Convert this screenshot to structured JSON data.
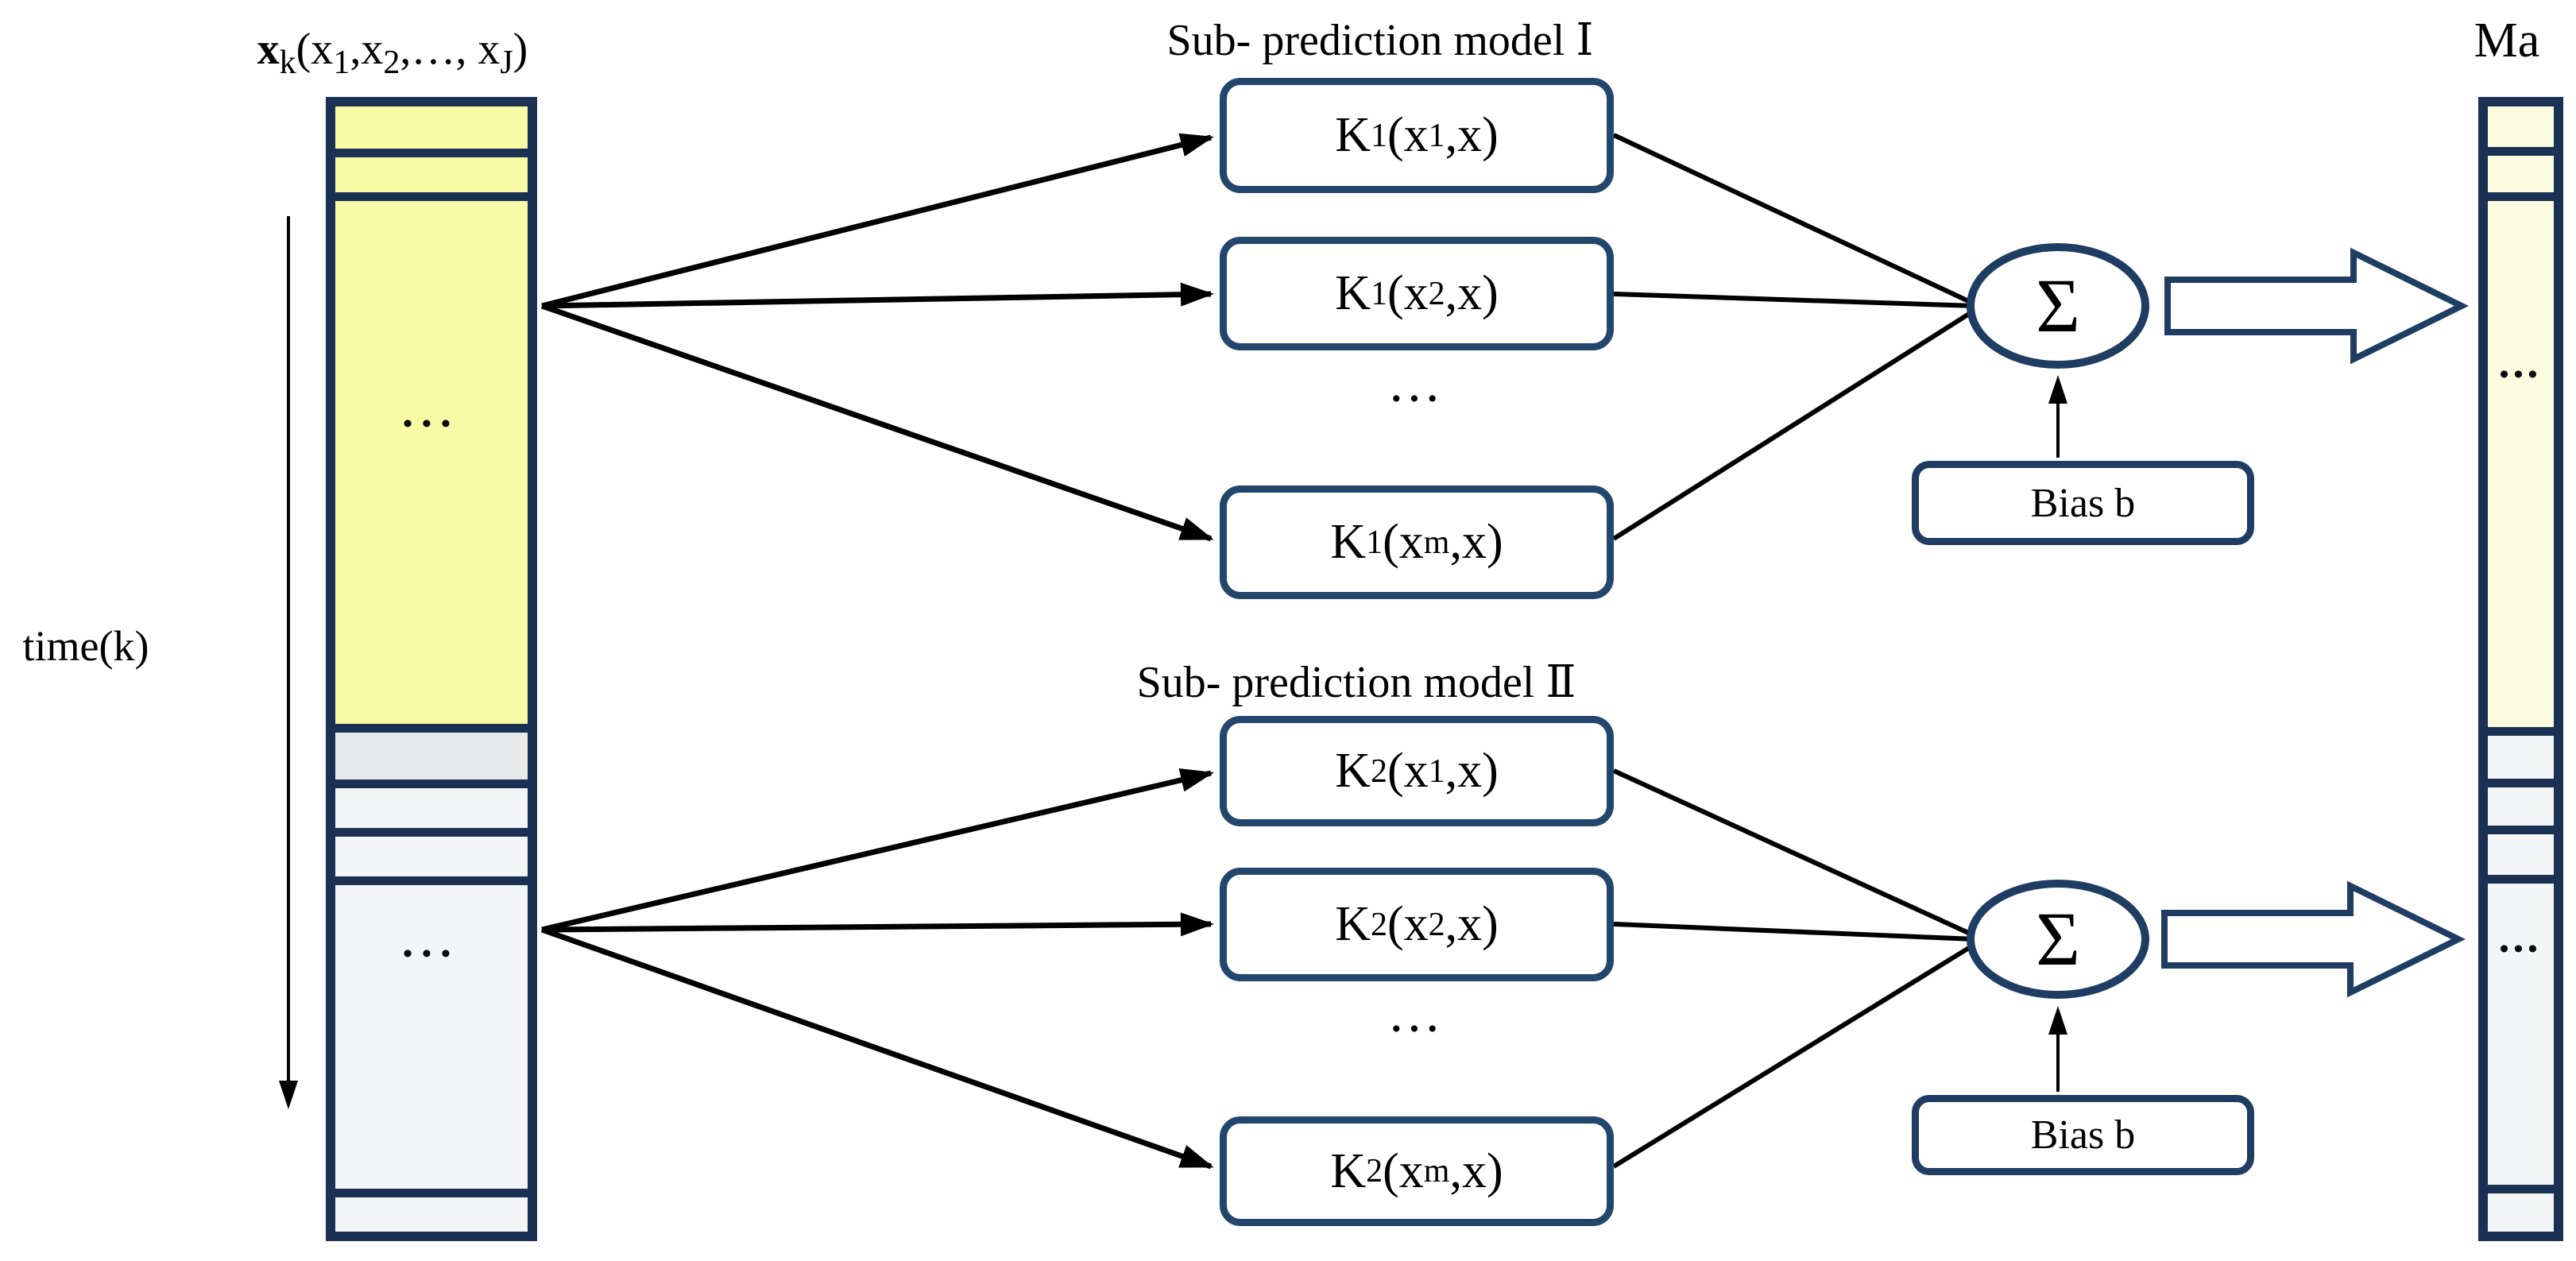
{
  "colors": {
    "navy": "#1b3153",
    "boxline": "#23466d",
    "shapeline": "#1f3d63",
    "yellow": "#f9faa5",
    "cream": "#fbfbe0",
    "graydark": "#e8e9eb",
    "graylight": "#f4f5f7",
    "line": "#000000"
  },
  "input": {
    "label_parts": {
      "t1": "x",
      "s1": "k",
      "t2": "(x",
      "s2": "1",
      "t3": ",x",
      "s3": "2",
      "t4": ",…, x",
      "s4": "J",
      "t5": ")"
    },
    "upper_dots": "•••",
    "lower_dots": "•••"
  },
  "time": {
    "label": "time(k)"
  },
  "models": [
    {
      "title": "Sub- prediction model Ⅰ",
      "kernels": [
        {
          "k": "K",
          "k_sub": "1",
          "open": "(x",
          "arg_sub": "1",
          "close": ",x)"
        },
        {
          "k": "K",
          "k_sub": "1",
          "open": "(x",
          "arg_sub": "2",
          "close": ",x)"
        },
        {
          "k": "K",
          "k_sub": "1",
          "open": "(x",
          "arg_sub": "m",
          "close": ",x)"
        }
      ],
      "dots": "···",
      "sum": "Σ",
      "bias": "Bias b"
    },
    {
      "title": "Sub- prediction model Ⅱ",
      "kernels": [
        {
          "k": "K",
          "k_sub": "2",
          "open": "(x",
          "arg_sub": "1",
          "close": ",x)"
        },
        {
          "k": "K",
          "k_sub": "2",
          "open": "(x",
          "arg_sub": "2",
          "close": ",x)"
        },
        {
          "k": "K",
          "k_sub": "2",
          "open": "(x",
          "arg_sub": "m",
          "close": ",x)"
        }
      ],
      "dots": "···",
      "sum": "Σ",
      "bias": "Bias b"
    }
  ],
  "output": {
    "label": "Ma",
    "upper_dots": "•••",
    "lower_dots": "•••"
  }
}
